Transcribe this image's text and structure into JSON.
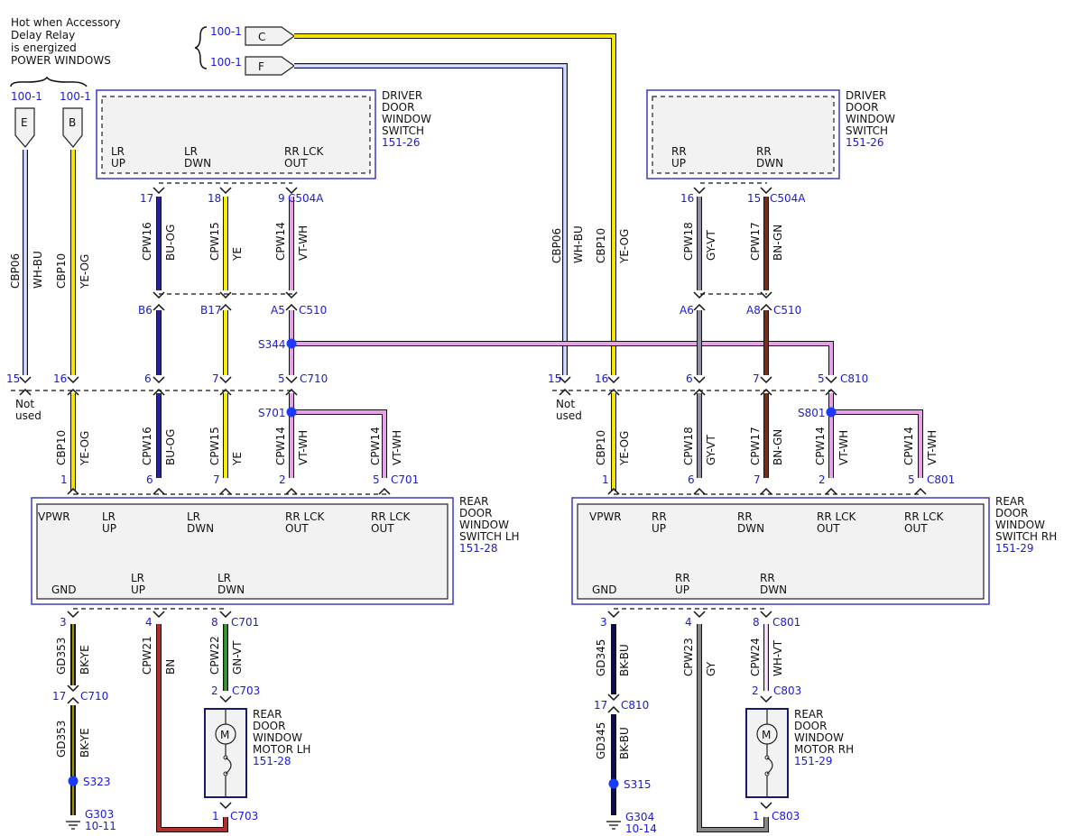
{
  "header": {
    "note_lines": [
      "Hot when Accessory",
      "Delay Relay",
      "is energized",
      "POWER WINDOWS"
    ]
  },
  "sources": {
    "c_ref": "100-1",
    "c_label": "C",
    "f_ref": "100-1",
    "f_label": "F",
    "e_ref": "100-1",
    "e_label": "E",
    "b_ref": "100-1",
    "b_label": "B"
  },
  "colors": {
    "YE-OG": "#f4e400",
    "WH-BU": "#aab4ff",
    "BU-OG": "#2424a0",
    "YE": "#f4f000",
    "VT-WH": "#e8a0e8",
    "GY-VT": "#9090a8",
    "BN-GN": "#7a2e18",
    "BK-YE": "#1a1a1a",
    "BN": "#b03030",
    "GN-VT": "#2e7a2e",
    "BK-BU": "#0c0c50",
    "GY": "#888888",
    "WH-VT": "#e8c8f0",
    "accent_blue": "#1a1ad6",
    "splice_blue": "#1a3aff"
  },
  "components": {
    "driver_left": {
      "lines": [
        "DRIVER",
        "DOOR",
        "WINDOW",
        "SWITCH"
      ],
      "ref": "151-26",
      "pins": [
        [
          "LR",
          "UP"
        ],
        [
          "LR",
          "DWN"
        ],
        [
          "RR LCK",
          "OUT"
        ]
      ]
    },
    "driver_right": {
      "lines": [
        "DRIVER",
        "DOOR",
        "WINDOW",
        "SWITCH"
      ],
      "ref": "151-26",
      "pins": [
        [
          "RR",
          "UP"
        ],
        [
          "RR",
          "DWN"
        ]
      ]
    },
    "rear_lh": {
      "lines": [
        "REAR",
        "DOOR",
        "WINDOW",
        "SWITCH LH"
      ],
      "ref": "151-28",
      "top_pins": [
        [
          "VPWR",
          ""
        ],
        [
          "LR",
          "UP"
        ],
        [
          "LR",
          "DWN"
        ],
        [
          "RR LCK",
          "OUT"
        ],
        [
          "RR LCK",
          "OUT"
        ]
      ],
      "bottom_pins": [
        [
          "GND",
          ""
        ],
        [
          "LR",
          "UP"
        ],
        [
          "LR",
          "DWN"
        ]
      ]
    },
    "rear_rh": {
      "lines": [
        "REAR",
        "DOOR",
        "WINDOW",
        "SWITCH RH"
      ],
      "ref": "151-29",
      "top_pins": [
        [
          "VPWR",
          ""
        ],
        [
          "RR",
          "UP"
        ],
        [
          "RR",
          "DWN"
        ],
        [
          "RR LCK",
          "OUT"
        ],
        [
          "RR LCK",
          "OUT"
        ]
      ],
      "bottom_pins": [
        [
          "GND",
          ""
        ],
        [
          "RR",
          "UP"
        ],
        [
          "RR",
          "DWN"
        ]
      ]
    },
    "motor_lh": {
      "lines": [
        "REAR",
        "DOOR",
        "WINDOW",
        "MOTOR LH"
      ],
      "ref": "151-28",
      "symbol": "M"
    },
    "motor_rh": {
      "lines": [
        "REAR",
        "DOOR",
        "WINDOW",
        "MOTOR RH"
      ],
      "ref": "151-29",
      "symbol": "M"
    }
  },
  "wires": {
    "cbp06": {
      "circuit": "CBP06",
      "color": "WH-BU"
    },
    "cbp10": {
      "circuit": "CBP10",
      "color": "YE-OG"
    },
    "cpw16": {
      "circuit": "CPW16",
      "color": "BU-OG"
    },
    "cpw15": {
      "circuit": "CPW15",
      "color": "YE"
    },
    "cpw14": {
      "circuit": "CPW14",
      "color": "VT-WH"
    },
    "cpw18": {
      "circuit": "CPW18",
      "color": "GY-VT"
    },
    "cpw17": {
      "circuit": "CPW17",
      "color": "BN-GN"
    },
    "gd353": {
      "circuit": "GD353",
      "color": "BK-YE"
    },
    "cpw21": {
      "circuit": "CPW21",
      "color": "BN"
    },
    "cpw22": {
      "circuit": "CPW22",
      "color": "GN-VT"
    },
    "gd345": {
      "circuit": "GD345",
      "color": "BK-BU"
    },
    "cpw23": {
      "circuit": "CPW23",
      "color": "GY"
    },
    "cpw24": {
      "circuit": "CPW24",
      "color": "WH-VT"
    }
  },
  "connectors": {
    "c504a": "C504A",
    "c510": "C510",
    "c710": "C710",
    "c701": "C701",
    "c703": "C703",
    "c810": "C810",
    "c801": "C801",
    "c803": "C803"
  },
  "splices": {
    "s344": "S344",
    "s701": "S701",
    "s801": "S801",
    "s323": "S323",
    "s315": "S315"
  },
  "grounds": {
    "g303": "G303",
    "g303_ref": "10-11",
    "g304": "G304",
    "g304_ref": "10-14"
  },
  "pins": {
    "p17": "17",
    "p18": "18",
    "p9": "9",
    "p16": "16",
    "p15": "15",
    "pB6": "B6",
    "pB17": "B17",
    "pA5": "A5",
    "pA6": "A6",
    "pA8": "A8",
    "p6": "6",
    "p7": "7",
    "p5": "5",
    "p1": "1",
    "p2": "2",
    "p3": "3",
    "p4": "4",
    "p8": "8"
  },
  "misc": {
    "not_used": [
      "Not",
      "used"
    ]
  }
}
